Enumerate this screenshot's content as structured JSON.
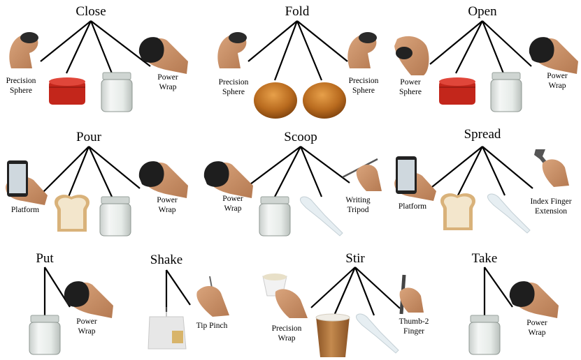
{
  "panels": {
    "close": {
      "title": "Close",
      "labels": {
        "precision_sphere": [
          "Precision",
          "Sphere"
        ],
        "power_wrap": [
          "Power",
          "Wrap"
        ]
      }
    },
    "fold": {
      "title": "Fold",
      "labels": {
        "left": [
          "Precision",
          "Sphere"
        ],
        "right": [
          "Precision",
          "Sphere"
        ]
      }
    },
    "open": {
      "title": "Open",
      "labels": {
        "power_sphere": [
          "Power",
          "Sphere"
        ],
        "power_wrap": [
          "Power",
          "Wrap"
        ]
      }
    },
    "pour": {
      "title": "Pour",
      "labels": {
        "platform": [
          "Platform"
        ],
        "power_wrap": [
          "Power",
          "Wrap"
        ]
      }
    },
    "scoop": {
      "title": "Scoop",
      "labels": {
        "power_wrap": [
          "Power",
          "Wrap"
        ],
        "writing_tripod": [
          "Writing",
          "Tripod"
        ]
      }
    },
    "spread": {
      "title": "Spread",
      "labels": {
        "platform": [
          "Platform"
        ],
        "index_finger_extension": [
          "Index Finger",
          "Extension"
        ]
      }
    },
    "put": {
      "title": "Put",
      "labels": {
        "power_wrap": [
          "Power",
          "Wrap"
        ]
      }
    },
    "shake": {
      "title": "Shake",
      "labels": {
        "tip_pinch": [
          "Tip Pinch"
        ]
      }
    },
    "stir": {
      "title": "Stir",
      "labels": {
        "precision_wrap": [
          "Precision",
          "Wrap"
        ],
        "thumb2_finger": [
          "Thumb-2",
          "Finger"
        ]
      }
    },
    "take": {
      "title": "Take",
      "labels": {
        "power_wrap": [
          "Power",
          "Wrap"
        ]
      }
    }
  }
}
